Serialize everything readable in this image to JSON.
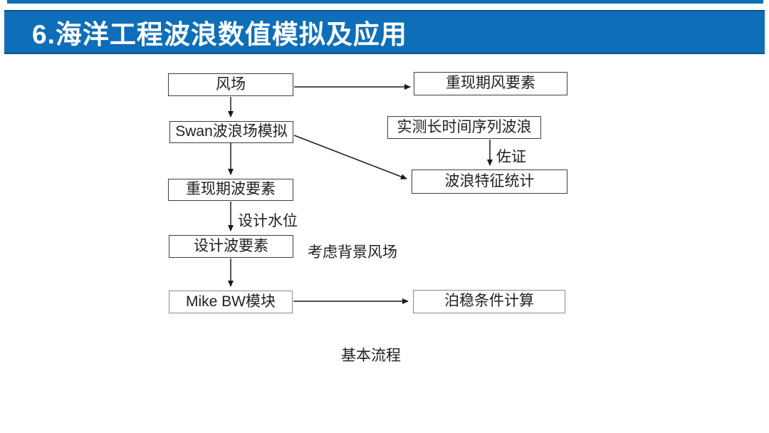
{
  "slide": {
    "title": "6.海洋工程波浪数值模拟及应用",
    "caption": "基本流程"
  },
  "colors": {
    "header_blue": "#0E6EB8",
    "header_edge_dark": "#0B5392",
    "box_border_dark": "#3F3F3F",
    "box_border_light": "#8C8C8C",
    "line_black": "#1A1A1A",
    "title_text": "#FFFFFF",
    "body_text": "#1F1F1F",
    "background": "#FFFFFF"
  },
  "flowchart": {
    "boxes": [
      {
        "id": "wind-field",
        "label": "风场"
      },
      {
        "id": "return-period-wind",
        "label": "重现期风要素"
      },
      {
        "id": "swan-wave-simulation",
        "label": "Swan波浪场模拟"
      },
      {
        "id": "measured-wave-series",
        "label": "实测长时间序列波浪"
      },
      {
        "id": "wave-statistics",
        "label": "波浪特征统计"
      },
      {
        "id": "return-period-wave",
        "label": "重现期波要素"
      },
      {
        "id": "design-wave",
        "label": "设计波要素"
      },
      {
        "id": "mike-bw-module",
        "label": "Mike BW模块"
      },
      {
        "id": "mooring-stability",
        "label": "泊稳条件计算"
      }
    ],
    "labels": [
      {
        "id": "corroboration",
        "text": "佐证"
      },
      {
        "id": "design-water-level",
        "text": "设计水位"
      },
      {
        "id": "background-wind",
        "text": "考虑背景风场"
      }
    ],
    "arrows": [
      {
        "from": "wind-field",
        "to": "return-period-wind"
      },
      {
        "from": "wind-field",
        "to": "swan-wave-simulation"
      },
      {
        "from": "swan-wave-simulation",
        "to": "return-period-wave"
      },
      {
        "from": "swan-wave-simulation",
        "to": "wave-statistics"
      },
      {
        "from": "measured-wave-series",
        "to": "wave-statistics"
      },
      {
        "from": "return-period-wave",
        "to": "design-wave"
      },
      {
        "from": "design-wave",
        "to": "mike-bw-module"
      },
      {
        "from": "mike-bw-module",
        "to": "mooring-stability"
      }
    ]
  }
}
